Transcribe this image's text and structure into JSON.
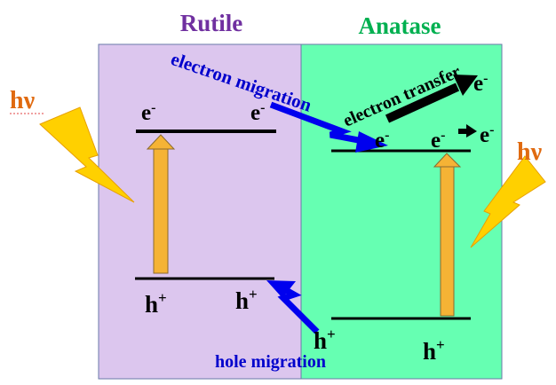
{
  "phases": {
    "rutile": {
      "title": "Rutile",
      "fill": "#DCC6EE",
      "title_color": "#7030A0"
    },
    "anatase": {
      "title": "Anatase",
      "fill": "#66FFB2",
      "title_color": "#00B050"
    }
  },
  "photon": {
    "label": "hν",
    "color": "#E06A10",
    "bolt_color": "#FFD000"
  },
  "labels": {
    "electron": "e",
    "hole": "h",
    "minus": "-",
    "plus": "+",
    "electron_migration": "electron migration",
    "electron_transfer": "electron transfer",
    "hole_migration": "hole migration"
  },
  "colors": {
    "migration_arrow": "#0000EE",
    "migration_text": "#0000CC",
    "excitation_arrow": "#F5B335",
    "transfer_arrow": "#000000"
  }
}
